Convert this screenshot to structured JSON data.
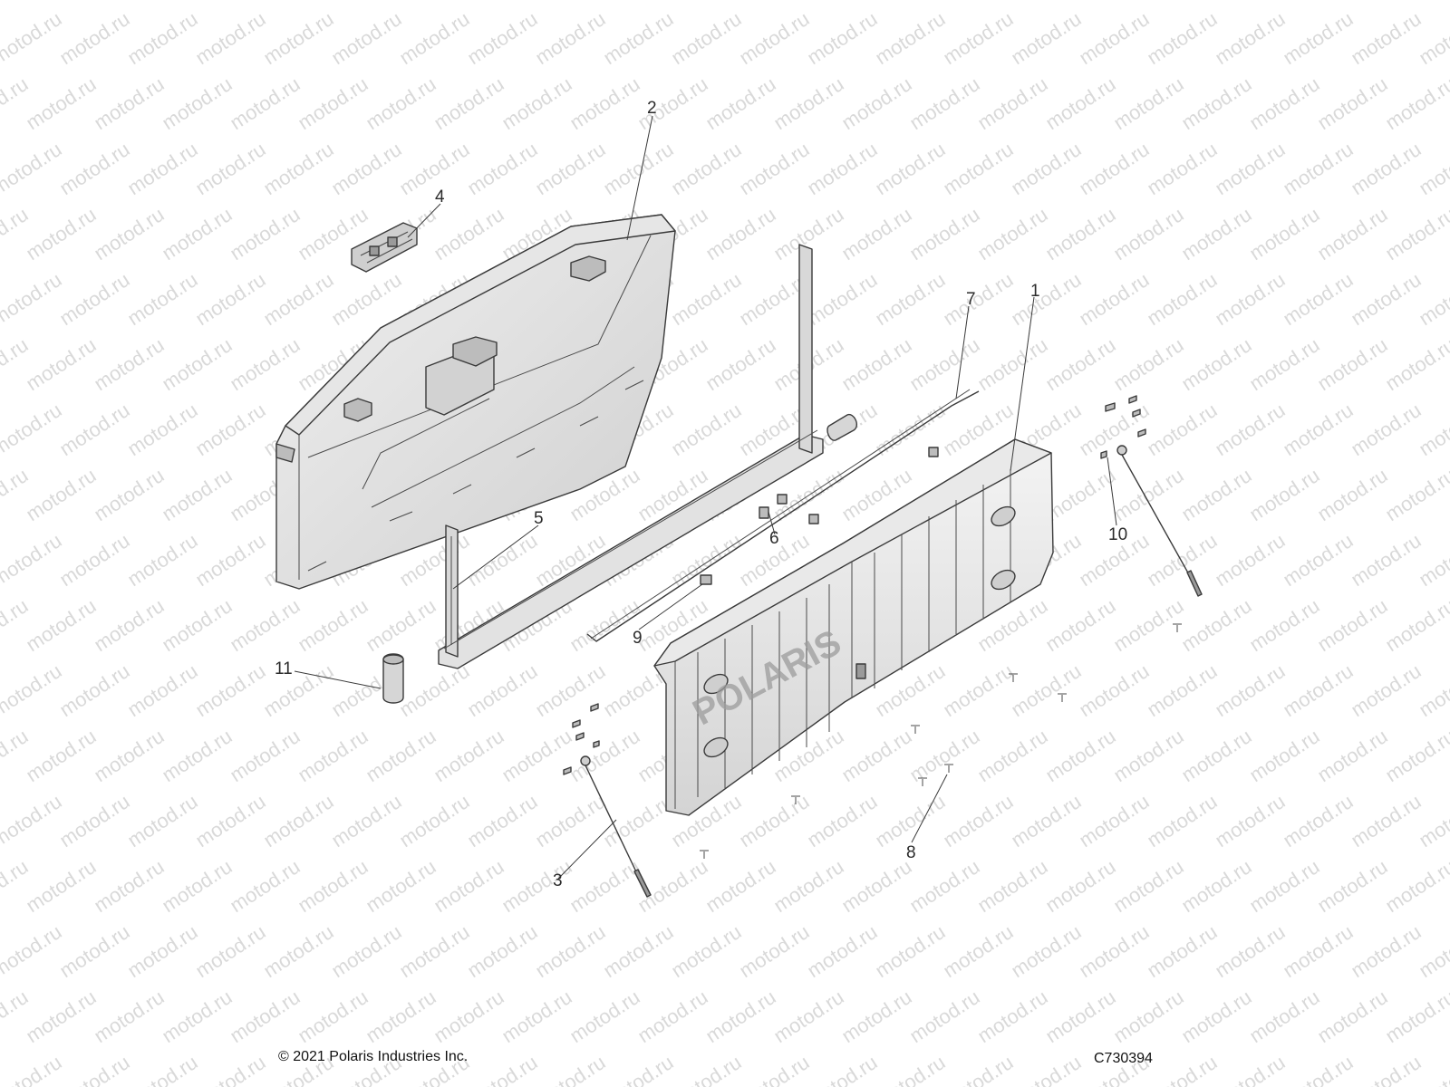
{
  "watermark": {
    "text": "motod.ru"
  },
  "brand_mark": {
    "text": "POLARIS"
  },
  "callouts": {
    "c1": "1",
    "c2": "2",
    "c3": "3",
    "c4": "4",
    "c5": "5",
    "c6": "6",
    "c7": "7",
    "c8": "8",
    "c9": "9",
    "c10": "10",
    "c11": "11"
  },
  "footer": {
    "copyright": "© 2021 Polaris Industries Inc.",
    "drawing_number": "C730394"
  },
  "colors": {
    "line": "#3a3a3a",
    "panel_fill": "#dedede",
    "panel_dark": "#c8c8c8",
    "watermark": "#d9d9d9"
  }
}
